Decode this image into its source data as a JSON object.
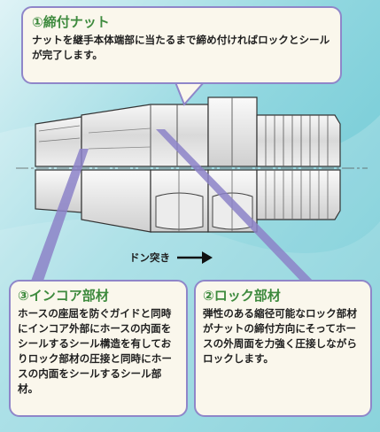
{
  "callouts": {
    "nut": {
      "title": "①締付ナット",
      "body": "ナットを継手本体端部に当たるまで締め付ければロックとシールが完了します。"
    },
    "incore": {
      "title": "③インコア部材",
      "body": "ホースの座屈を防ぐガイドと同時にインコア外部にホースの内面をシールするシール構造を有しておりロック部材の圧接と同時にホースの内面をシールするシール部材。"
    },
    "lock": {
      "title": "②ロック部材",
      "body": "弾性のある縮径可能なロック部材がナットの締付方向にそってホースの外周面を力強く圧接しながらロックします。"
    }
  },
  "push_label": "ドン突き",
  "colors": {
    "water": "#5fc3cf",
    "callout_border": "#8f86c9",
    "callout_fill": "#faf7ec",
    "title_green": "#3d8a3d",
    "leader": "#8c83c8",
    "metal": "#e6e6e6"
  }
}
